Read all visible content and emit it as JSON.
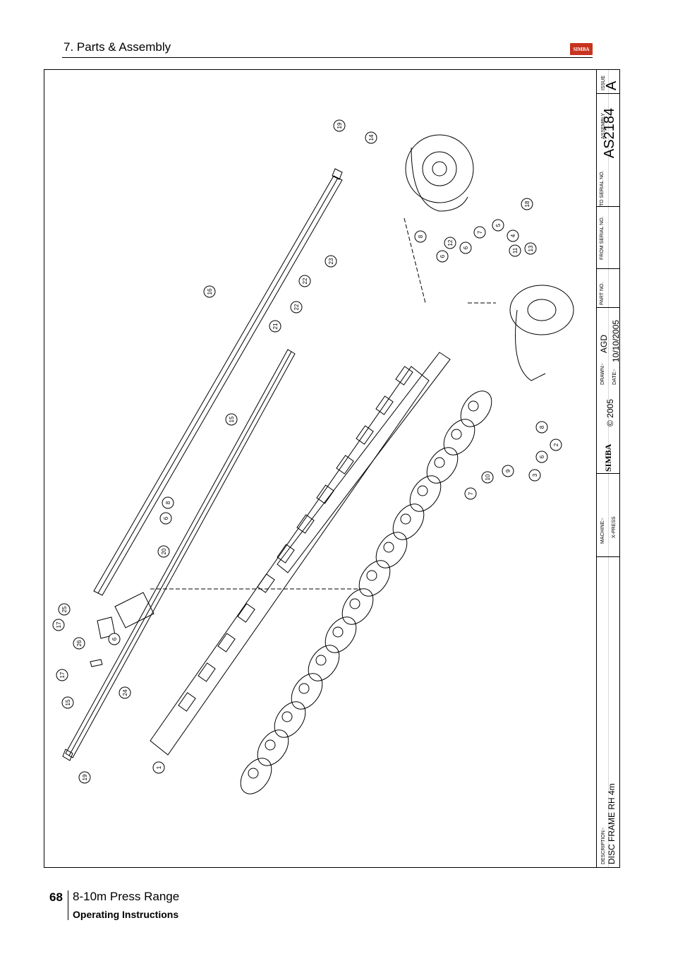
{
  "header": {
    "section_title": "7. Parts & Assembly",
    "logo_text": "SIMBA"
  },
  "title_block": {
    "issue_label": "ISSUE",
    "issue_value": "A",
    "assembly_label": "ASSEMBLY",
    "assembly_no": "AS2184",
    "to_serial_label": "TO SERIAL NO.",
    "from_serial_label": "FROM SERIAL NO.",
    "part_no_label": "PART NO.",
    "drawn_label": "DRAWN:-",
    "drawn_value": "AGD",
    "date_label": "DATE:-",
    "date_value": "10/10/2005",
    "copyright": "© 2005",
    "brand": "SIMBA",
    "machine_label": "MACHINE:-",
    "machine_value": "X-PRESS",
    "description_label": "DESCRIPTION:-",
    "description_value": "DISC FRAME RH 4m"
  },
  "callouts": [
    "19",
    "14",
    "18",
    "5",
    "7",
    "4",
    "13",
    "8",
    "12",
    "6",
    "6",
    "11",
    "16",
    "23",
    "22",
    "22",
    "21",
    "15",
    "8",
    "6",
    "20",
    "25",
    "17",
    "26",
    "6",
    "17",
    "15",
    "24",
    "19",
    "1",
    "8",
    "2",
    "6",
    "3",
    "9",
    "10",
    "7"
  ],
  "footer": {
    "page_number": "68",
    "range": "8-10m Press Range",
    "subtitle": "Operating Instructions"
  },
  "colors": {
    "logo": "#c8341f",
    "line": "#000000"
  }
}
